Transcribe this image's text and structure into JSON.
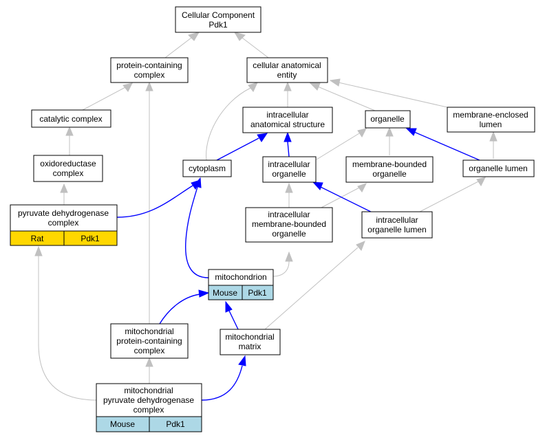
{
  "nodes": {
    "root": {
      "line1": "Cellular Component",
      "line2": "Pdk1"
    },
    "protein_containing_complex": {
      "line1": "protein-containing",
      "line2": "complex"
    },
    "cellular_anatomical_entity": {
      "line1": "cellular anatomical",
      "line2": "entity"
    },
    "catalytic_complex": {
      "line1": "catalytic complex"
    },
    "intracellular_anatomical_structure": {
      "line1": "intracellular",
      "line2": "anatomical structure"
    },
    "organelle": {
      "line1": "organelle"
    },
    "membrane_enclosed_lumen": {
      "line1": "membrane-enclosed",
      "line2": "lumen"
    },
    "oxidoreductase_complex": {
      "line1": "oxidoreductase",
      "line2": "complex"
    },
    "cytoplasm": {
      "line1": "cytoplasm"
    },
    "intracellular_organelle": {
      "line1": "intracellular",
      "line2": "organelle"
    },
    "membrane_bounded_organelle": {
      "line1": "membrane-bounded",
      "line2": "organelle"
    },
    "organelle_lumen": {
      "line1": "organelle lumen"
    },
    "pyruvate_dehydrogenase_complex": {
      "line1": "pyruvate dehydrogenase",
      "line2": "complex",
      "species": "Rat",
      "gene": "Pdk1"
    },
    "intracellular_membrane_bounded_organelle": {
      "line1": "intracellular",
      "line2": "membrane-bounded",
      "line3": "organelle"
    },
    "intracellular_organelle_lumen": {
      "line1": "intracellular",
      "line2": "organelle lumen"
    },
    "mitochondrion": {
      "line1": "mitochondrion",
      "species": "Mouse",
      "gene": "Pdk1"
    },
    "mitochondrial_protein_containing_complex": {
      "line1": "mitochondrial",
      "line2": "protein-containing",
      "line3": "complex"
    },
    "mitochondrial_matrix": {
      "line1": "mitochondrial",
      "line2": "matrix"
    },
    "mitochondrial_pyruvate_dehydrogenase_complex": {
      "line1": "mitochondrial",
      "line2": "pyruvate dehydrogenase",
      "line3": "complex",
      "species": "Mouse",
      "gene": "Pdk1"
    }
  },
  "colors": {
    "rat_cell": "#ffd700",
    "mouse_cell": "#add8e6",
    "is_a_edge": "#c0c0c0",
    "part_of_edge": "#0000ff"
  }
}
